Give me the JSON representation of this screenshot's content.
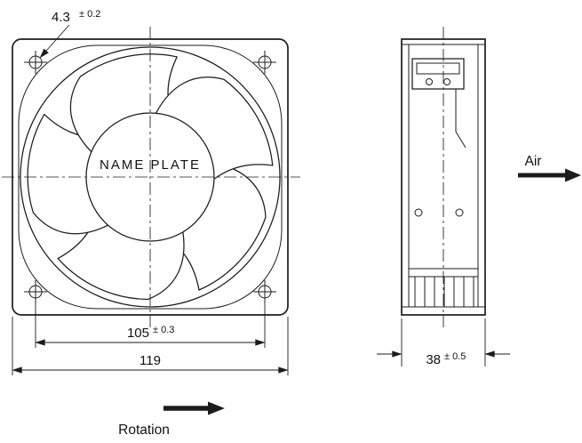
{
  "drawing": {
    "background": "#ffffff",
    "line_color": "#1c1c1c",
    "front_view": {
      "name_plate_label": "NAME PLATE",
      "hole_diameter_dim": {
        "value": "4.3",
        "tolerance": "± 0.2"
      },
      "hole_pitch_dim": {
        "value": "105",
        "tolerance": "± 0.3"
      },
      "overall_width_dim": {
        "value": "119"
      },
      "rotation_label": "Rotation"
    },
    "side_view": {
      "depth_dim": {
        "value": "38",
        "tolerance": "± 0.5"
      },
      "air_label": "Air"
    }
  }
}
